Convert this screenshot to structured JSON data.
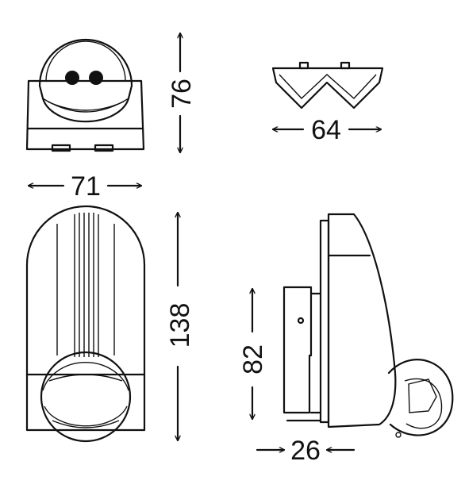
{
  "dimensions": {
    "front_small_height": "76",
    "front_small_width": "71",
    "top_width": "64",
    "front_large_height": "138",
    "side_mount_height": "82",
    "side_mount_depth": "26"
  }
}
